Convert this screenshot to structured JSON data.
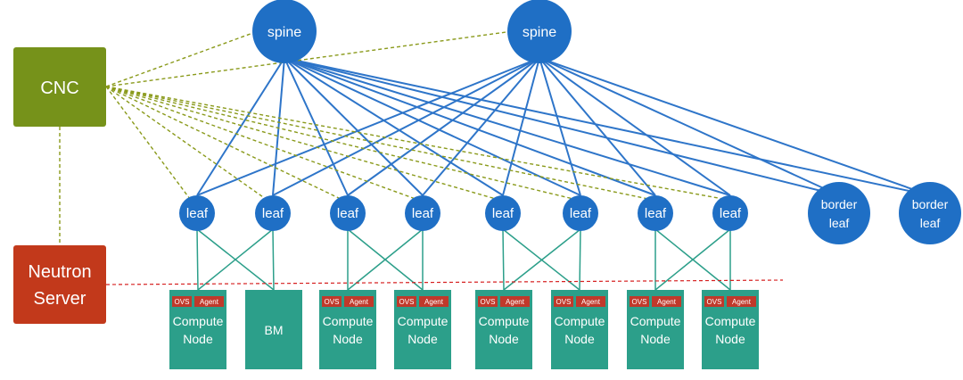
{
  "colors": {
    "node_blue": "#1f6fc5",
    "spine_link": "#2e75c9",
    "mgmt_dashed": "#8a9a1b",
    "cnc_box": "#76921a",
    "neutron_box": "#c2391b",
    "compute_box": "#2c9f8a",
    "red_dashed": "#d62020",
    "tag_red": "#c0392b"
  },
  "controller": {
    "cnc_label": "CNC",
    "neutron_line1": "Neutron",
    "neutron_line2": "Server"
  },
  "spines": [
    {
      "label": "spine"
    },
    {
      "label": "spine"
    }
  ],
  "leaves": [
    {
      "label": "leaf"
    },
    {
      "label": "leaf"
    },
    {
      "label": "leaf"
    },
    {
      "label": "leaf"
    },
    {
      "label": "leaf"
    },
    {
      "label": "leaf"
    },
    {
      "label": "leaf"
    },
    {
      "label": "leaf"
    }
  ],
  "border_leaves": [
    {
      "line1": "border",
      "line2": "leaf"
    },
    {
      "line1": "border",
      "line2": "leaf"
    }
  ],
  "hosts": [
    {
      "type": "compute",
      "line1": "Compute",
      "line2": "Node",
      "ovs": "OVS",
      "agent": "Agent"
    },
    {
      "type": "bm",
      "line1": "BM"
    },
    {
      "type": "compute",
      "line1": "Compute",
      "line2": "Node",
      "ovs": "OVS",
      "agent": "Agent"
    },
    {
      "type": "compute",
      "line1": "Compute",
      "line2": "Node",
      "ovs": "OVS",
      "agent": "Agent"
    },
    {
      "type": "compute",
      "line1": "Compute",
      "line2": "Node",
      "ovs": "OVS",
      "agent": "Agent"
    },
    {
      "type": "compute",
      "line1": "Compute",
      "line2": "Node",
      "ovs": "OVS",
      "agent": "Agent"
    },
    {
      "type": "compute",
      "line1": "Compute",
      "line2": "Node",
      "ovs": "OVS",
      "agent": "Agent"
    },
    {
      "type": "compute",
      "line1": "Compute",
      "line2": "Node",
      "ovs": "OVS",
      "agent": "Agent"
    }
  ]
}
